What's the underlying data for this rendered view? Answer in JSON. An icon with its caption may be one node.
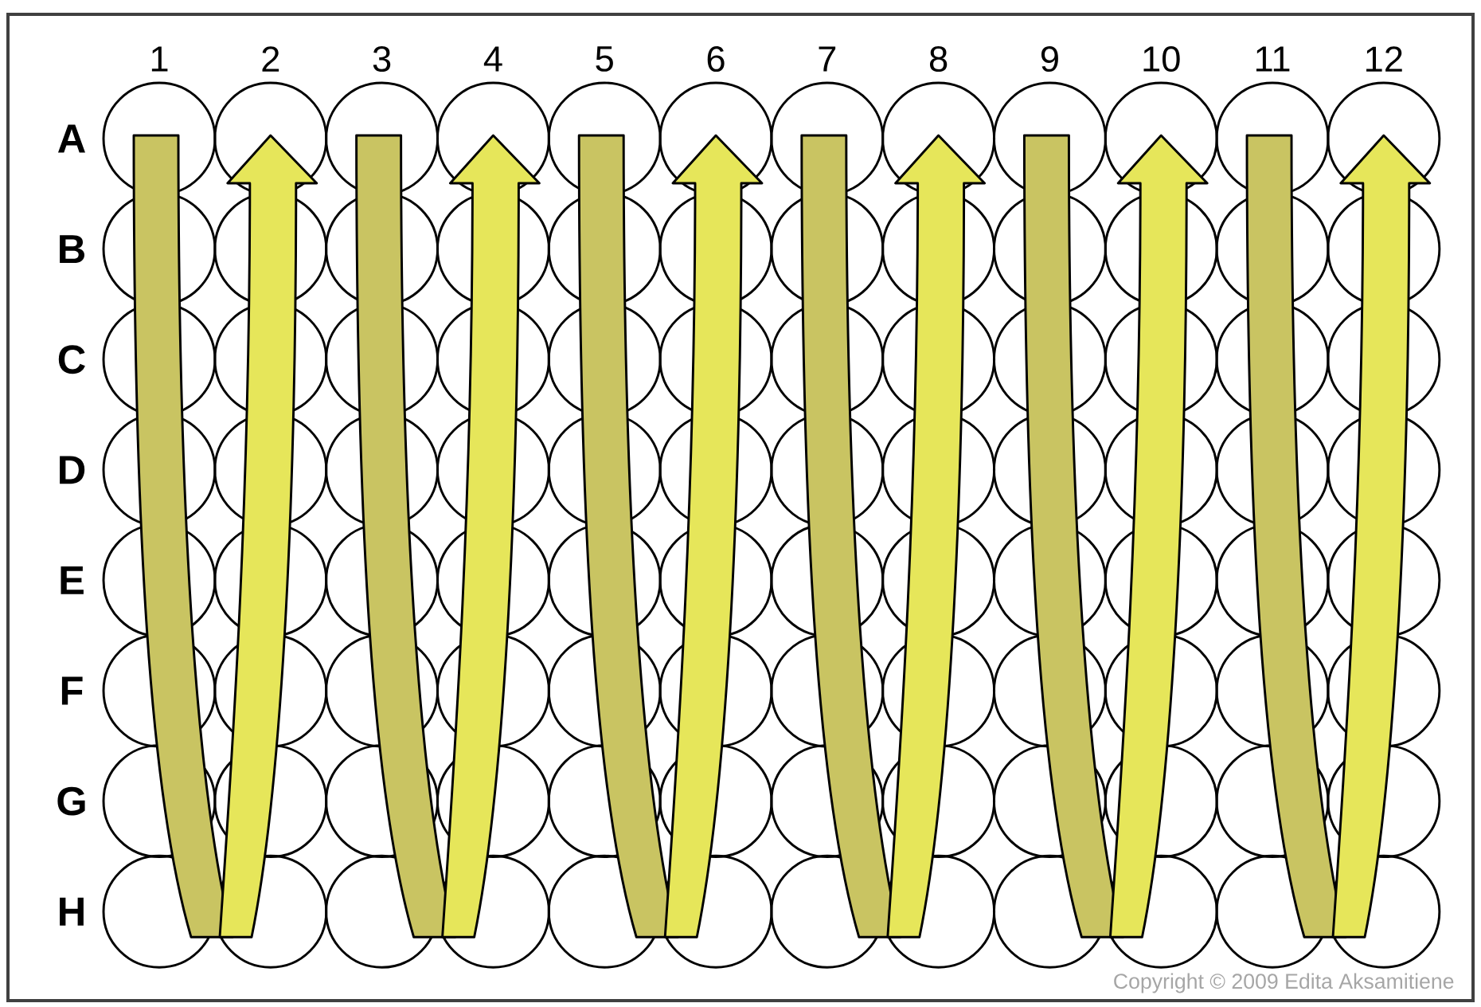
{
  "diagram": {
    "labels": [
      "1",
      "2",
      "3",
      "4",
      "5",
      "6",
      "7",
      "8",
      "9",
      "10",
      "11",
      "12",
      "A",
      "B",
      "C",
      "D",
      "E",
      "F",
      "G",
      "H",
      "Copyright © 2009 Edita Aksamitiene"
    ]
  }
}
